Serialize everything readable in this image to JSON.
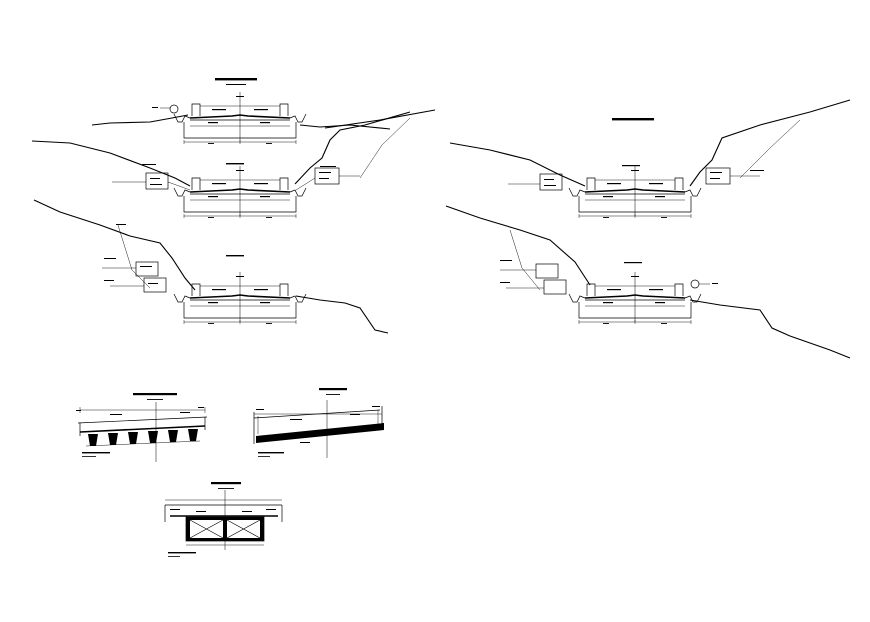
{
  "drawing": {
    "kind": "road cross sections (CAD sheet)",
    "stroke_color": "#000000",
    "background_color": "#ffffff",
    "sections": [
      {
        "id": "road-section-upper-left",
        "group": "left-column"
      },
      {
        "id": "road-section-middle-left",
        "group": "left-column"
      },
      {
        "id": "road-section-lower-left",
        "group": "left-column"
      },
      {
        "id": "road-section-upper-right",
        "group": "right-column"
      },
      {
        "id": "road-section-lower-right",
        "group": "right-column"
      },
      {
        "id": "bridge-section-girders",
        "group": "bridge-details"
      },
      {
        "id": "bridge-section-slab",
        "group": "bridge-details"
      },
      {
        "id": "bridge-section-box-girder",
        "group": "bridge-details"
      }
    ]
  }
}
